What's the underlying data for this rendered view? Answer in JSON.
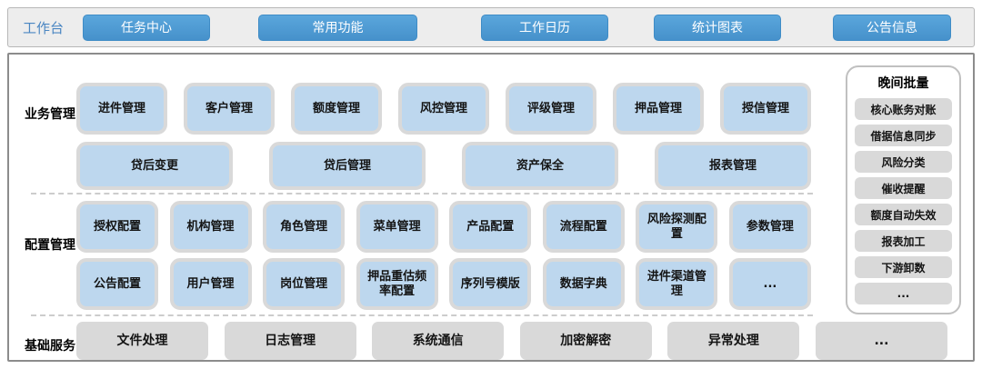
{
  "topbar": {
    "label": "工作台",
    "buttons": [
      "任务中心",
      "常用功能",
      "工作日历",
      "统计图表",
      "公告信息"
    ]
  },
  "sections": {
    "business": {
      "label": "业务管理",
      "row1": [
        "进件管理",
        "客户管理",
        "额度管理",
        "风控管理",
        "评级管理",
        "押品管理",
        "授信管理"
      ],
      "row2": [
        "贷后变更",
        "贷后管理",
        "资产保全",
        "报表管理"
      ]
    },
    "config": {
      "label": "配置管理",
      "row1": [
        "授权配置",
        "机构管理",
        "角色管理",
        "菜单管理",
        "产品配置",
        "流程配置",
        "风险探测配置",
        "参数管理"
      ],
      "row2": [
        "公告配置",
        "用户管理",
        "岗位管理",
        "押品重估频率配置",
        "序列号模版",
        "数据字典",
        "进件渠道管理",
        "..."
      ]
    },
    "base": {
      "label": "基础服务",
      "row1": [
        "文件处理",
        "日志管理",
        "系统通信",
        "加密解密",
        "异常处理",
        "..."
      ]
    }
  },
  "sidebar": {
    "title": "晚间批量",
    "items": [
      "核心账务对账",
      "借据信息同步",
      "风险分类",
      "催收提醒",
      "额度自动失效",
      "报表加工",
      "下游卸数",
      "..."
    ]
  },
  "colors": {
    "accent_blue": "#4a91cb",
    "module_blue_fill": "#bdd7ee",
    "module_gray_border": "#d9d9d9",
    "gray_box_fill": "#d9d9d9",
    "topbar_bg": "#ededed"
  }
}
